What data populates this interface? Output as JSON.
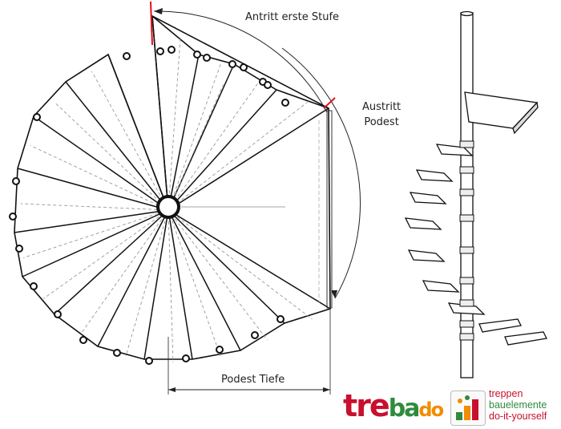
{
  "labels": {
    "antritt": "Antritt erste Stufe",
    "austritt_line1": "Austritt",
    "austritt_line2": "Podest",
    "tiefe": "Podest Tiefe"
  },
  "logo": {
    "part1": "tre",
    "part2": "ba",
    "part3": "do",
    "tagline1": "treppen",
    "tagline2": "bauelemente",
    "tagline3": "do-it-yourself"
  },
  "colors": {
    "line": "#111111",
    "dashed": "#9a9a9a",
    "marker": "#e0101a",
    "logo_red": "#c8102e",
    "logo_green": "#2e8b3d",
    "logo_orange": "#f28c00"
  },
  "diagram": {
    "step_count": 15,
    "icons": [
      "badge-icon"
    ]
  }
}
